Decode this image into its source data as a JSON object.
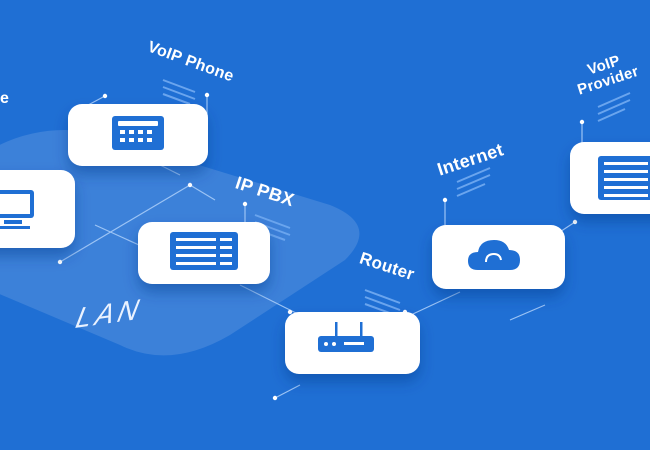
{
  "labels": {
    "voip_phone": "VoIP Phone",
    "ip_pbx": "IP PBX",
    "router": "Router",
    "internet": "Internet",
    "voip_provider_line1": "VoIP",
    "voip_provider_line2": "Provider",
    "lan": "LAN",
    "partial_left": "e"
  },
  "colors": {
    "background": "#1f6fd4",
    "tile": "#ffffff",
    "icon": "#1f6fd4",
    "line": "#9cc4f5"
  },
  "icons": [
    "phone-icon",
    "computer-icon",
    "server-icon",
    "router-icon",
    "cloud-icon",
    "provider-server-icon"
  ]
}
